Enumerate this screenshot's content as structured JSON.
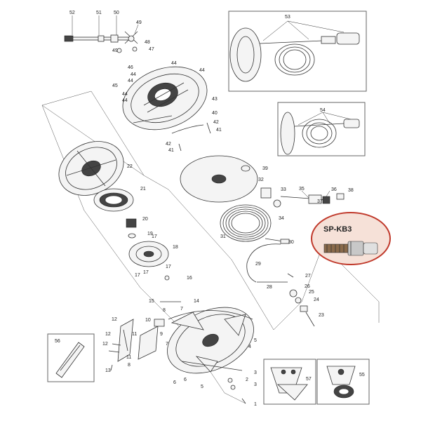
{
  "diagram": {
    "highlight_label": "SP-KB3",
    "highlight_color": "#c0392b",
    "highlight_fill": "#f6e1d8",
    "part_labels": [
      "1",
      "2",
      "3",
      "4",
      "5",
      "6",
      "7",
      "8",
      "9",
      "10",
      "11",
      "12",
      "13",
      "14",
      "15",
      "16",
      "17",
      "18",
      "19",
      "20",
      "21",
      "22",
      "23",
      "24",
      "25",
      "26",
      "27",
      "28",
      "29",
      "30",
      "31",
      "32",
      "33",
      "34",
      "35",
      "36",
      "37",
      "38",
      "39",
      "40",
      "41",
      "42",
      "43",
      "44",
      "45",
      "46",
      "47",
      "48",
      "49",
      "50",
      "51",
      "52",
      "53",
      "54",
      "55",
      "56",
      "57"
    ]
  }
}
